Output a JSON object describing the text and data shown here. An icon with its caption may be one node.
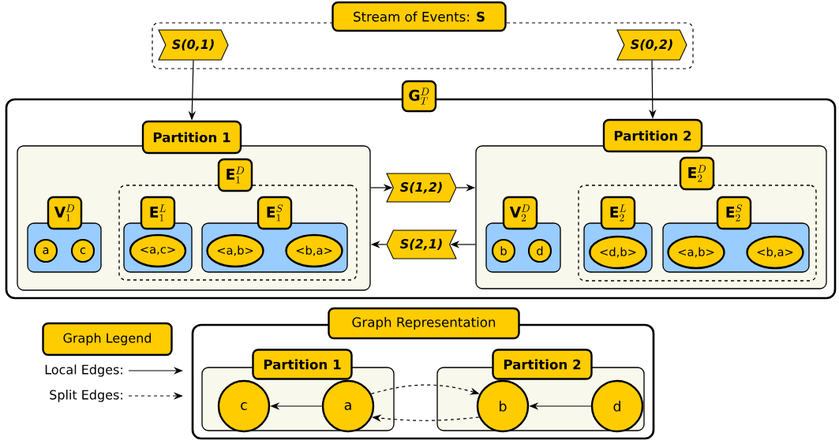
{
  "diagram": {
    "nodes": [
      {
        "text": [
          "Stream of Events: **S**"
        ]
      },
      {
        "text": [
          "S(0,1)"
        ],
        "in": 0
      },
      {
        "text": [
          "S(0,2)"
        ],
        "in": 0
      },
      {
        "text": [
          "\\mathbf{G}^{D}_{T}"
        ]
      },
      {
        "text": [
          "Partition 1"
        ],
        "in": 3
      },
      {
        "text": [
          "\\mathbf{V}^{D}_{1}"
        ],
        "in": 4
      },
      {
        "text": [
          "a"
        ],
        "in": 5
      },
      {
        "text": [
          "c"
        ],
        "in": 5
      },
      {
        "text": [
          "\\mathbf{E}^{D}_{1}"
        ],
        "in": 4
      },
      {
        "text": [
          "\\mathbf{E}^{L}_{1}"
        ],
        "in": 8
      },
      {
        "text": [
          "<a,c>"
        ],
        "in": 9
      },
      {
        "text": [
          "\\mathbf{E}^{S}_{1}"
        ],
        "in": 8
      },
      {
        "text": [
          "<a,b>"
        ],
        "in": 11
      },
      {
        "text": [
          "<b,a>"
        ],
        "in": 11
      },
      {
        "text": [
          "S(1,2)"
        ],
        "in": 3
      },
      {
        "text": [
          "S(2,1)"
        ],
        "in": 3
      },
      {
        "text": [
          "Partition 2"
        ],
        "in": 3
      },
      {
        "text": [
          "\\mathbf{V}^{D}_{2}"
        ],
        "in": 16
      },
      {
        "text": [
          "b"
        ],
        "in": 17
      },
      {
        "text": [
          "d"
        ],
        "in": 17
      },
      {
        "text": [
          "\\mathbf{E}^{D}_{2}"
        ],
        "in": 16
      },
      {
        "text": [
          "\\mathbf{E}^{L}_{2}"
        ],
        "in": 20
      },
      {
        "text": [
          "<d,b>"
        ],
        "in": 21
      },
      {
        "text": [
          "\\mathbf{E}^{S}_{2}"
        ],
        "in": 20
      },
      {
        "text": [
          "<a,b>"
        ],
        "in": 23
      },
      {
        "text": [
          "<b,a>"
        ],
        "in": 23
      },
      {
        "text": [
          "Graph Legend"
        ]
      },
      {
        "text": [
          "Graph Representation"
        ]
      },
      {
        "text": [
          "Partition 1"
        ],
        "in": 27
      },
      {
        "text": [
          "c"
        ],
        "in": 28
      },
      {
        "text": [
          "a"
        ],
        "in": 28
      },
      {
        "text": [
          "Partition 2"
        ],
        "in": 27
      },
      {
        "text": [
          "b"
        ],
        "in": 31
      },
      {
        "text": [
          "d"
        ],
        "in": 31
      }
    ],
    "edges": [
      {
        "from": 1,
        "to": 4,
        "arrow": "to"
      },
      {
        "from": 2,
        "to": 16,
        "arrow": "to"
      },
      {
        "from": 4,
        "to": 14,
        "arrow": "to"
      },
      {
        "from": 14,
        "to": 16,
        "arrow": "to"
      },
      {
        "from": 16,
        "to": 15,
        "arrow": "to"
      },
      {
        "from": 15,
        "to": 4,
        "arrow": "to"
      },
      {
        "from": 30,
        "to": 29,
        "arrow": "to"
      },
      {
        "from": 33,
        "to": 32,
        "arrow": "to"
      },
      {
        "from": 30,
        "to": 32,
        "arrow": "to",
        "style": "dashed"
      },
      {
        "from": 32,
        "to": 30,
        "arrow": "to",
        "style": "dashed"
      }
    ],
    "legend": [
      {
        "text": "Local Edges:"
      },
      {
        "text": "Split Edges:"
      }
    ]
  }
}
